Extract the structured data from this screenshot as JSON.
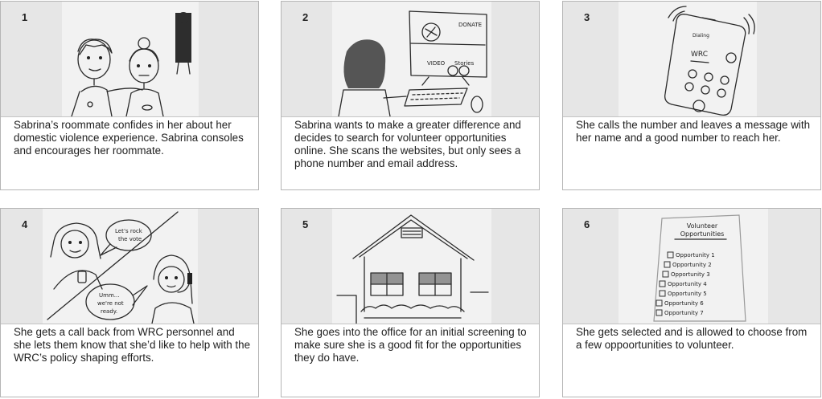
{
  "panels": [
    {
      "number": "1",
      "caption": "Sabrina’s roommate confides in her about her domestic violence experience. Sabrina consoles and encourages her roommate."
    },
    {
      "number": "2",
      "caption": "Sabrina wants to make a greater difference and decides to search for volunteer opportunities online. She scans the websites, but only sees a phone number and email address."
    },
    {
      "number": "3",
      "caption": "She calls the number and leaves a message with her name and a good number to reach her."
    },
    {
      "number": "4",
      "caption": "She gets a call back from WRC personnel and she lets them know that she’d like to help with the WRC’s policy shaping efforts."
    },
    {
      "number": "5",
      "caption": "She goes into the office for an initial screening to make sure she is a good fit for the opportunities they do have."
    },
    {
      "number": "6",
      "caption": "She gets selected and is allowed to choose from a few oppoortunities to volunteer."
    }
  ],
  "sketch2": {
    "donate": "DONATE",
    "videos": "VIDEO",
    "stories": "Stories"
  },
  "sketch3": {
    "brand": "WRC"
  },
  "sketch4": {
    "bubble1_line1": "Let’s rock",
    "bubble1_line2": "the vote",
    "bubble2_line1": "Umm...",
    "bubble2_line2": "we're not",
    "bubble2_line3": "ready."
  },
  "sketch6": {
    "title_line1": "Volunteer",
    "title_line2": "Opportunities",
    "items": [
      "Opportunity 1",
      "Opportunity 2",
      "Opportunity 3",
      "Opportunity 4",
      "Opportunity 5",
      "Opportunity 6",
      "Opportunity 7"
    ]
  }
}
